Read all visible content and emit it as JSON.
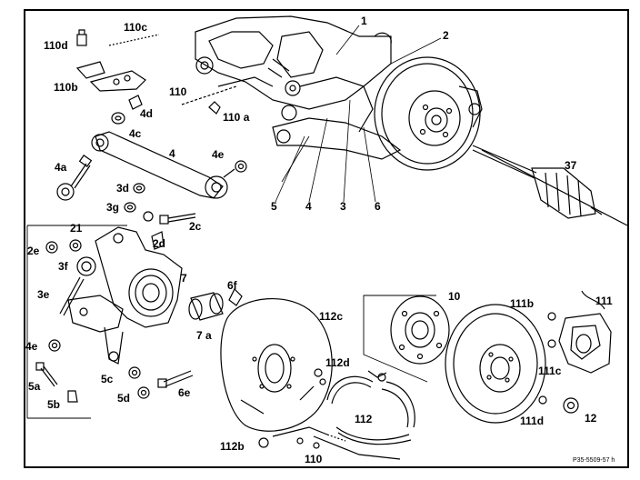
{
  "diagram": {
    "reference_code": "P35-5509-57 h",
    "labels": {
      "l1": "1",
      "l2": "2",
      "l3": "3",
      "l4": "4",
      "l5": "5",
      "l6": "6",
      "l7": "7",
      "l7a": "7 a",
      "l10": "10",
      "l12": "12",
      "l21": "21",
      "l37": "37",
      "l110": "110",
      "l110a": "110 a",
      "l110b": "110b",
      "l110c": "110c",
      "l110d": "110d",
      "l111": "111",
      "l111b": "111b",
      "l111c": "111c",
      "l111d": "111d",
      "l112": "112",
      "l112b": "112b",
      "l112c": "112c",
      "l112d": "112d",
      "l2c": "2c",
      "l2d": "2d",
      "l2e": "2e",
      "l3d": "3d",
      "l3e": "3e",
      "l3f": "3f",
      "l3g": "3g",
      "l4a": "4a",
      "l4b": "4",
      "l4c": "4c",
      "l4d": "4d",
      "l4e": "4e",
      "l4e2": "4e",
      "l5a": "5a",
      "l5b": "5b",
      "l5c": "5c",
      "l5d": "5d",
      "l6e": "6e",
      "l6f": "6f",
      "l110b2": "110"
    }
  }
}
